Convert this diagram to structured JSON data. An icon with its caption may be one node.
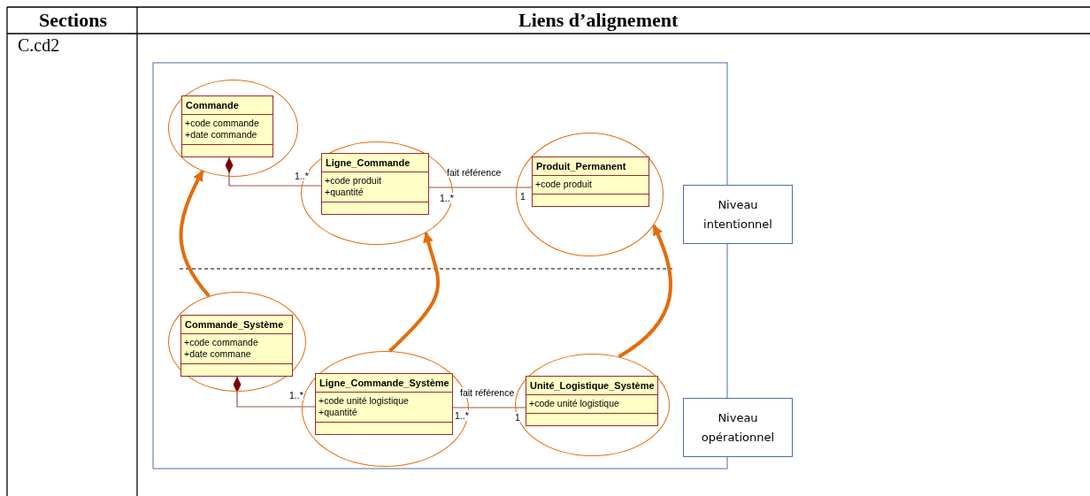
{
  "diagram": {
    "nodes": [
      {
        "text": [],
        "shape": "circle"
      },
      {
        "text": [
          "Commande",
          "+code commande",
          "+date commande"
        ],
        "in": 0
      },
      {
        "text": [],
        "shape": "circle"
      },
      {
        "text": [
          "Ligne_Commande",
          "+code produit",
          "+quantité"
        ],
        "in": 2
      },
      {
        "text": [],
        "shape": "circle"
      },
      {
        "text": [
          "Produit_Permanent",
          "+code produit"
        ],
        "in": 4
      },
      {
        "text": [
          "Niveau intentionnel"
        ]
      },
      {
        "text": [],
        "shape": "circle"
      },
      {
        "text": [
          "Commande_Système",
          "+code commande",
          "+date commane"
        ],
        "in": 7
      },
      {
        "text": [],
        "shape": "circle"
      },
      {
        "text": [
          "Ligne_Commande_Système",
          "+code unité logistique",
          "+quantité"
        ],
        "in": 9
      },
      {
        "text": [],
        "shape": "circle"
      },
      {
        "text": [
          "Unité_Logistique_Système",
          "+code unité logistique"
        ],
        "in": 11
      },
      {
        "text": [
          "Niveau opérationnel"
        ]
      }
    ],
    "edges": [
      {
        "from": 3,
        "to": 1,
        "arrow": "other"
      },
      {
        "from": 3,
        "to": 5,
        "arrow": "none",
        "label": "fait référence"
      },
      {
        "from": 10,
        "to": 8,
        "arrow": "other"
      },
      {
        "from": 10,
        "to": 12,
        "arrow": "none",
        "label": "fait référence"
      },
      {
        "from": 7,
        "to": 0,
        "arrow": "to",
        "style": "thick",
        "color": "#e46c0a"
      },
      {
        "from": 9,
        "to": 2,
        "arrow": "to",
        "style": "thick",
        "color": "#e46c0a"
      },
      {
        "from": 11,
        "to": 4,
        "arrow": "to",
        "style": "thick",
        "color": "#e46c0a"
      }
    ],
    "labels": [
      "Sections",
      "Liens d’alignement",
      "C.cd2",
      "1..*",
      "1..*",
      "1",
      "1..*",
      "1..*",
      "1"
    ]
  }
}
